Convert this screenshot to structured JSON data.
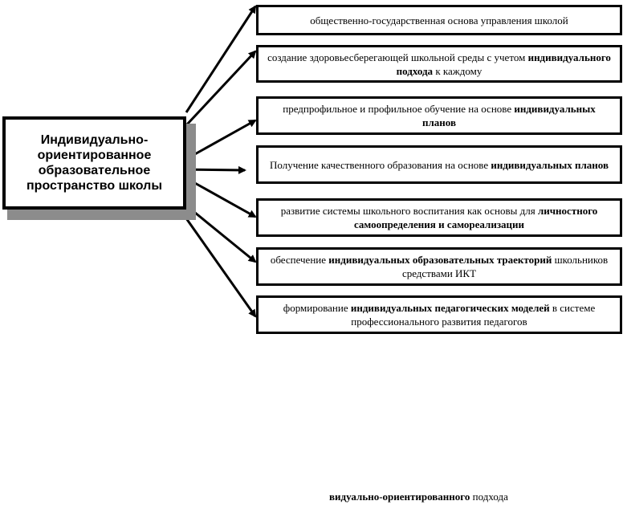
{
  "center": {
    "text": "Индивидуально-ориентированное образовательное пространство школы"
  },
  "items": [
    {
      "parts": [
        {
          "t": "общественно-государственная основа управления школой",
          "b": false
        }
      ]
    },
    {
      "parts": [
        {
          "t": "создание здоровьесберегающей школьной среды с учетом ",
          "b": false
        },
        {
          "t": "индивидуального подхода",
          "b": true
        },
        {
          "t": " к каждому",
          "b": false
        }
      ]
    },
    {
      "parts": [
        {
          "t": "предпрофильное и профильное обучение на основе ",
          "b": false
        },
        {
          "t": "индивидуальных планов",
          "b": true
        }
      ]
    },
    {
      "parts": [
        {
          "t": "Получение качественного образования на основе ",
          "b": false
        },
        {
          "t": "индивидуальных планов",
          "b": true
        }
      ]
    },
    {
      "parts": [
        {
          "t": "развитие системы школьного воспитания как основы для ",
          "b": false
        },
        {
          "t": "личностного самоопределения и самореализации",
          "b": true
        }
      ]
    },
    {
      "parts": [
        {
          "t": "обеспечение ",
          "b": false
        },
        {
          "t": "индивидуальных образовательных траекторий",
          "b": true
        },
        {
          "t": " школьников средствами ИКТ",
          "b": false
        }
      ]
    },
    {
      "parts": [
        {
          "t": "формирование ",
          "b": false
        },
        {
          "t": "индивидуальных педагогических моделей",
          "b": true
        },
        {
          "t": " в системе профессионального развития педагогов",
          "b": false
        }
      ]
    }
  ],
  "footer": {
    "bold": "видуально-ориентированного",
    "normal": " подхода"
  }
}
